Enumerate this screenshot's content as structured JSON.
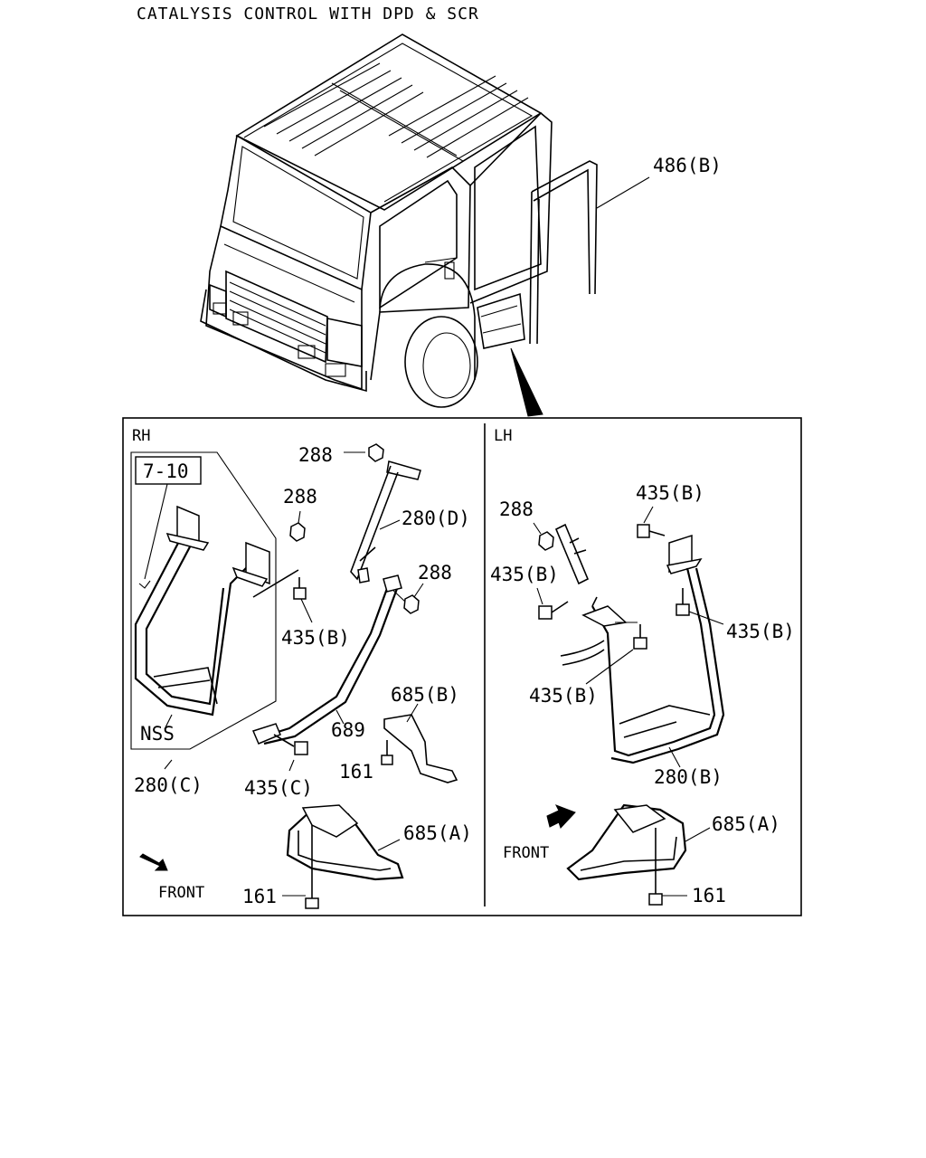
{
  "title": "CATALYSIS CONTROL WITH DPD & SCR",
  "cab_callout": {
    "part": "486(B)"
  },
  "rh_panel": {
    "heading": "RH",
    "ref_box": "7-10",
    "nss_label": "NSS",
    "labels": {
      "nut_top": "288",
      "nut_mid": "288",
      "nut_right": "288",
      "bracket_d": "280(D)",
      "bolt_b": "435(B)",
      "bar_689": "689",
      "bracket_685b": "685(B)",
      "bolt_161_mid": "161",
      "step_280c": "280(C)",
      "bolt_435c": "435(C)",
      "step_685a": "685(A)",
      "bolt_161_bottom": "161"
    },
    "front": "FRONT"
  },
  "lh_panel": {
    "heading": "LH",
    "labels": {
      "nut_288": "288",
      "bolt_top": "435(B)",
      "bolt_left": "435(B)",
      "bolt_right": "435(B)",
      "bolt_lower": "435(B)",
      "step_280b": "280(B)",
      "step_685a": "685(A)",
      "bolt_161": "161"
    },
    "front": "FRONT"
  }
}
